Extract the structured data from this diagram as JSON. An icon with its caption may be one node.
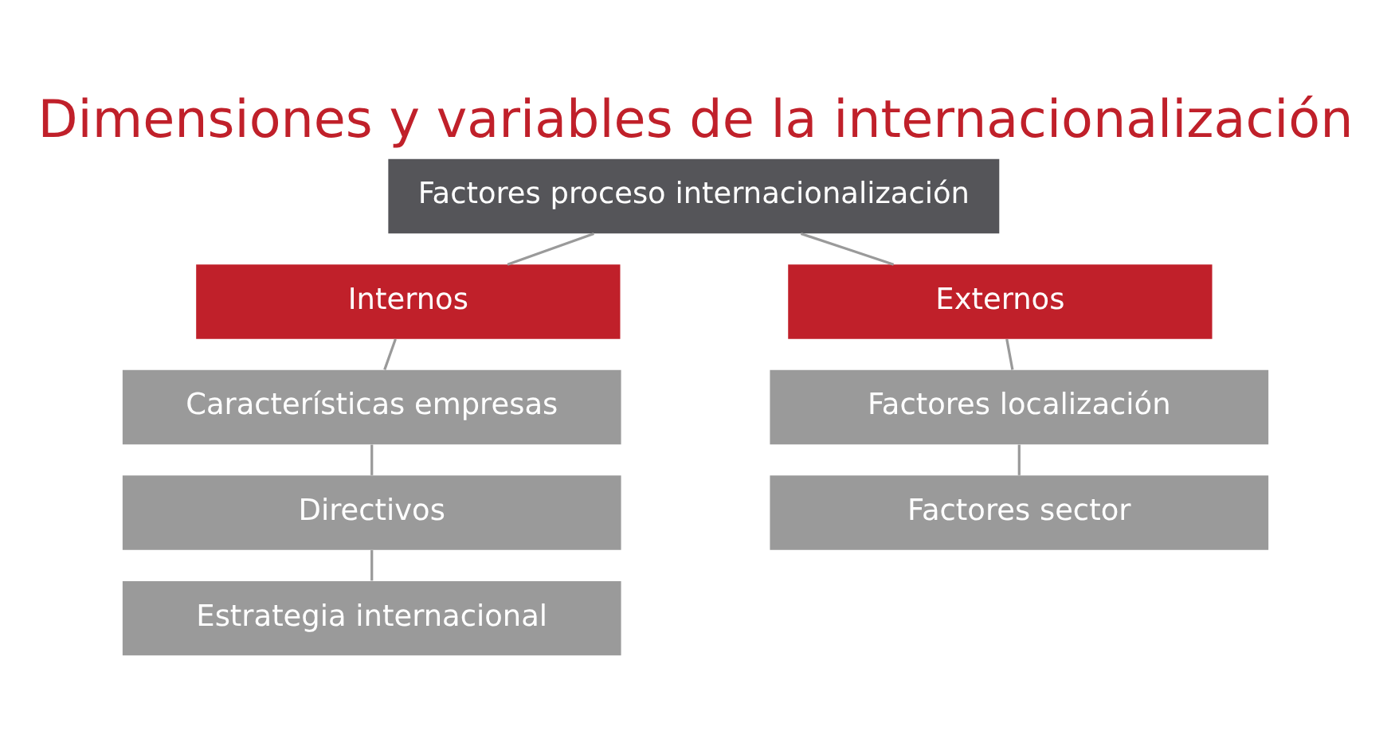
{
  "diagram": {
    "title": "Dimensiones y variables de la internacionalización",
    "nodes": [
      {
        "text": [
          "Factores proceso internacionalización"
        ]
      },
      {
        "text": [
          "Internos"
        ]
      },
      {
        "text": [
          "Externos"
        ]
      },
      {
        "text": [
          "Características empresas"
        ]
      },
      {
        "text": [
          "Directivos"
        ]
      },
      {
        "text": [
          "Estrategia internacional"
        ]
      },
      {
        "text": [
          "Factores localización"
        ]
      },
      {
        "text": [
          "Factores sector"
        ]
      }
    ],
    "edges": [
      {
        "from": 0,
        "to": 1,
        "arrow": "none"
      },
      {
        "from": 0,
        "to": 2,
        "arrow": "none"
      },
      {
        "from": 1,
        "to": 3,
        "arrow": "none"
      },
      {
        "from": 3,
        "to": 4,
        "arrow": "none"
      },
      {
        "from": 4,
        "to": 5,
        "arrow": "none"
      },
      {
        "from": 2,
        "to": 6,
        "arrow": "none"
      },
      {
        "from": 6,
        "to": 7,
        "arrow": "none"
      }
    ]
  }
}
